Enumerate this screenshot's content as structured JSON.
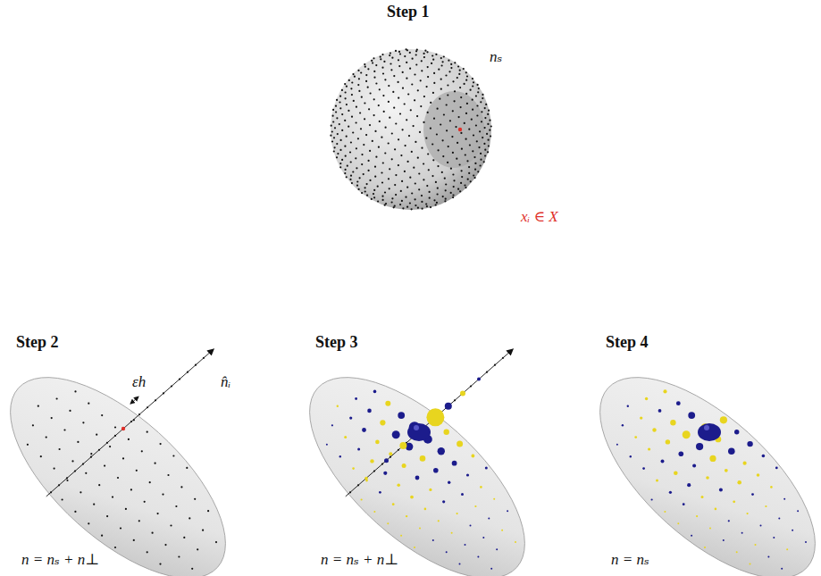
{
  "diagram": {
    "labels": [
      "Step 1",
      "nₛ",
      "xᵢ ∈ X",
      "Step 2",
      "εh",
      "n̂ᵢ",
      "n = nₛ + n⊥",
      "Step 3",
      "n = nₛ + n⊥",
      "Step 4",
      "n = nₛ"
    ]
  }
}
